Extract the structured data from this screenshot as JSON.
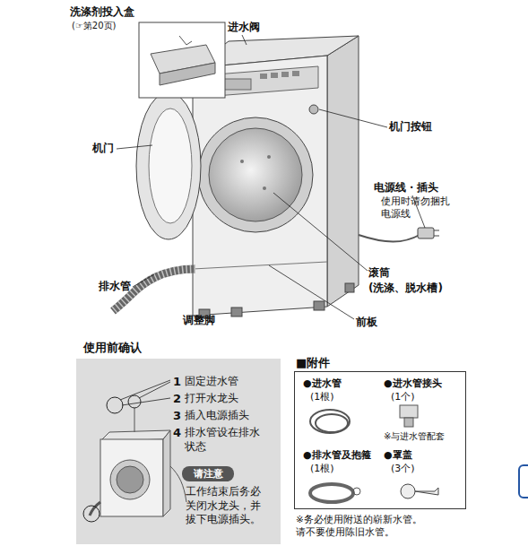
{
  "diagram": {
    "nodes": [
      {
        "text": [
          "使用前确认",
          "1",
          "固定进水管",
          "2",
          "打开水龙头",
          "3",
          "插入电源插头",
          "4",
          "排水管设在排水 状态",
          "工作结束后务必 关闭水龙头，并 拔下电源插头。"
        ]
      },
      {
        "text": [
          "请注意"
        ],
        "in": 0
      },
      {
        "text": [
          "■附件",
          "●进水管",
          "(1根)",
          "●进水管接头",
          "(1个)",
          "※与进水管配套",
          "●排水管及抱箍",
          "(1根)",
          "●罩盖",
          "(3个)"
        ]
      }
    ],
    "labels": [
      "洗涤剂投入盒",
      "(☞第20页)",
      "进水阀",
      "机门按钮",
      "机门",
      "电源线・插头",
      "使用时请勿捆扎 电源线",
      "滚筒",
      "(洗涤、脱水槽)",
      "排水管",
      "调整脚",
      "前板",
      "※务必使用附送的崭新水管。 请不要使用陈旧水管。"
    ]
  }
}
